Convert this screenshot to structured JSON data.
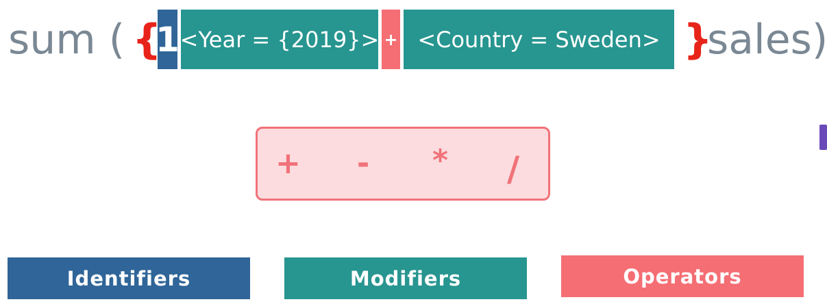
{
  "expression": {
    "function_text": "sum (",
    "open_brace": "{",
    "identifier": "1",
    "modifier_1": "<Year = {2019}>",
    "operator": "+",
    "modifier_2": "<Country = Sweden>",
    "close_brace": "}",
    "field_text": "sales)"
  },
  "operators_panel": {
    "plus": "+",
    "minus": "-",
    "multiply": "*",
    "divide": "/"
  },
  "legend": {
    "identifiers": "Identifiers",
    "modifiers": "Modifiers",
    "operators": "Operators"
  },
  "colors": {
    "identifier": "#2f6598",
    "modifier": "#279590",
    "operator": "#f46e74",
    "brace": "#e8241a",
    "text": "#7a8894"
  }
}
